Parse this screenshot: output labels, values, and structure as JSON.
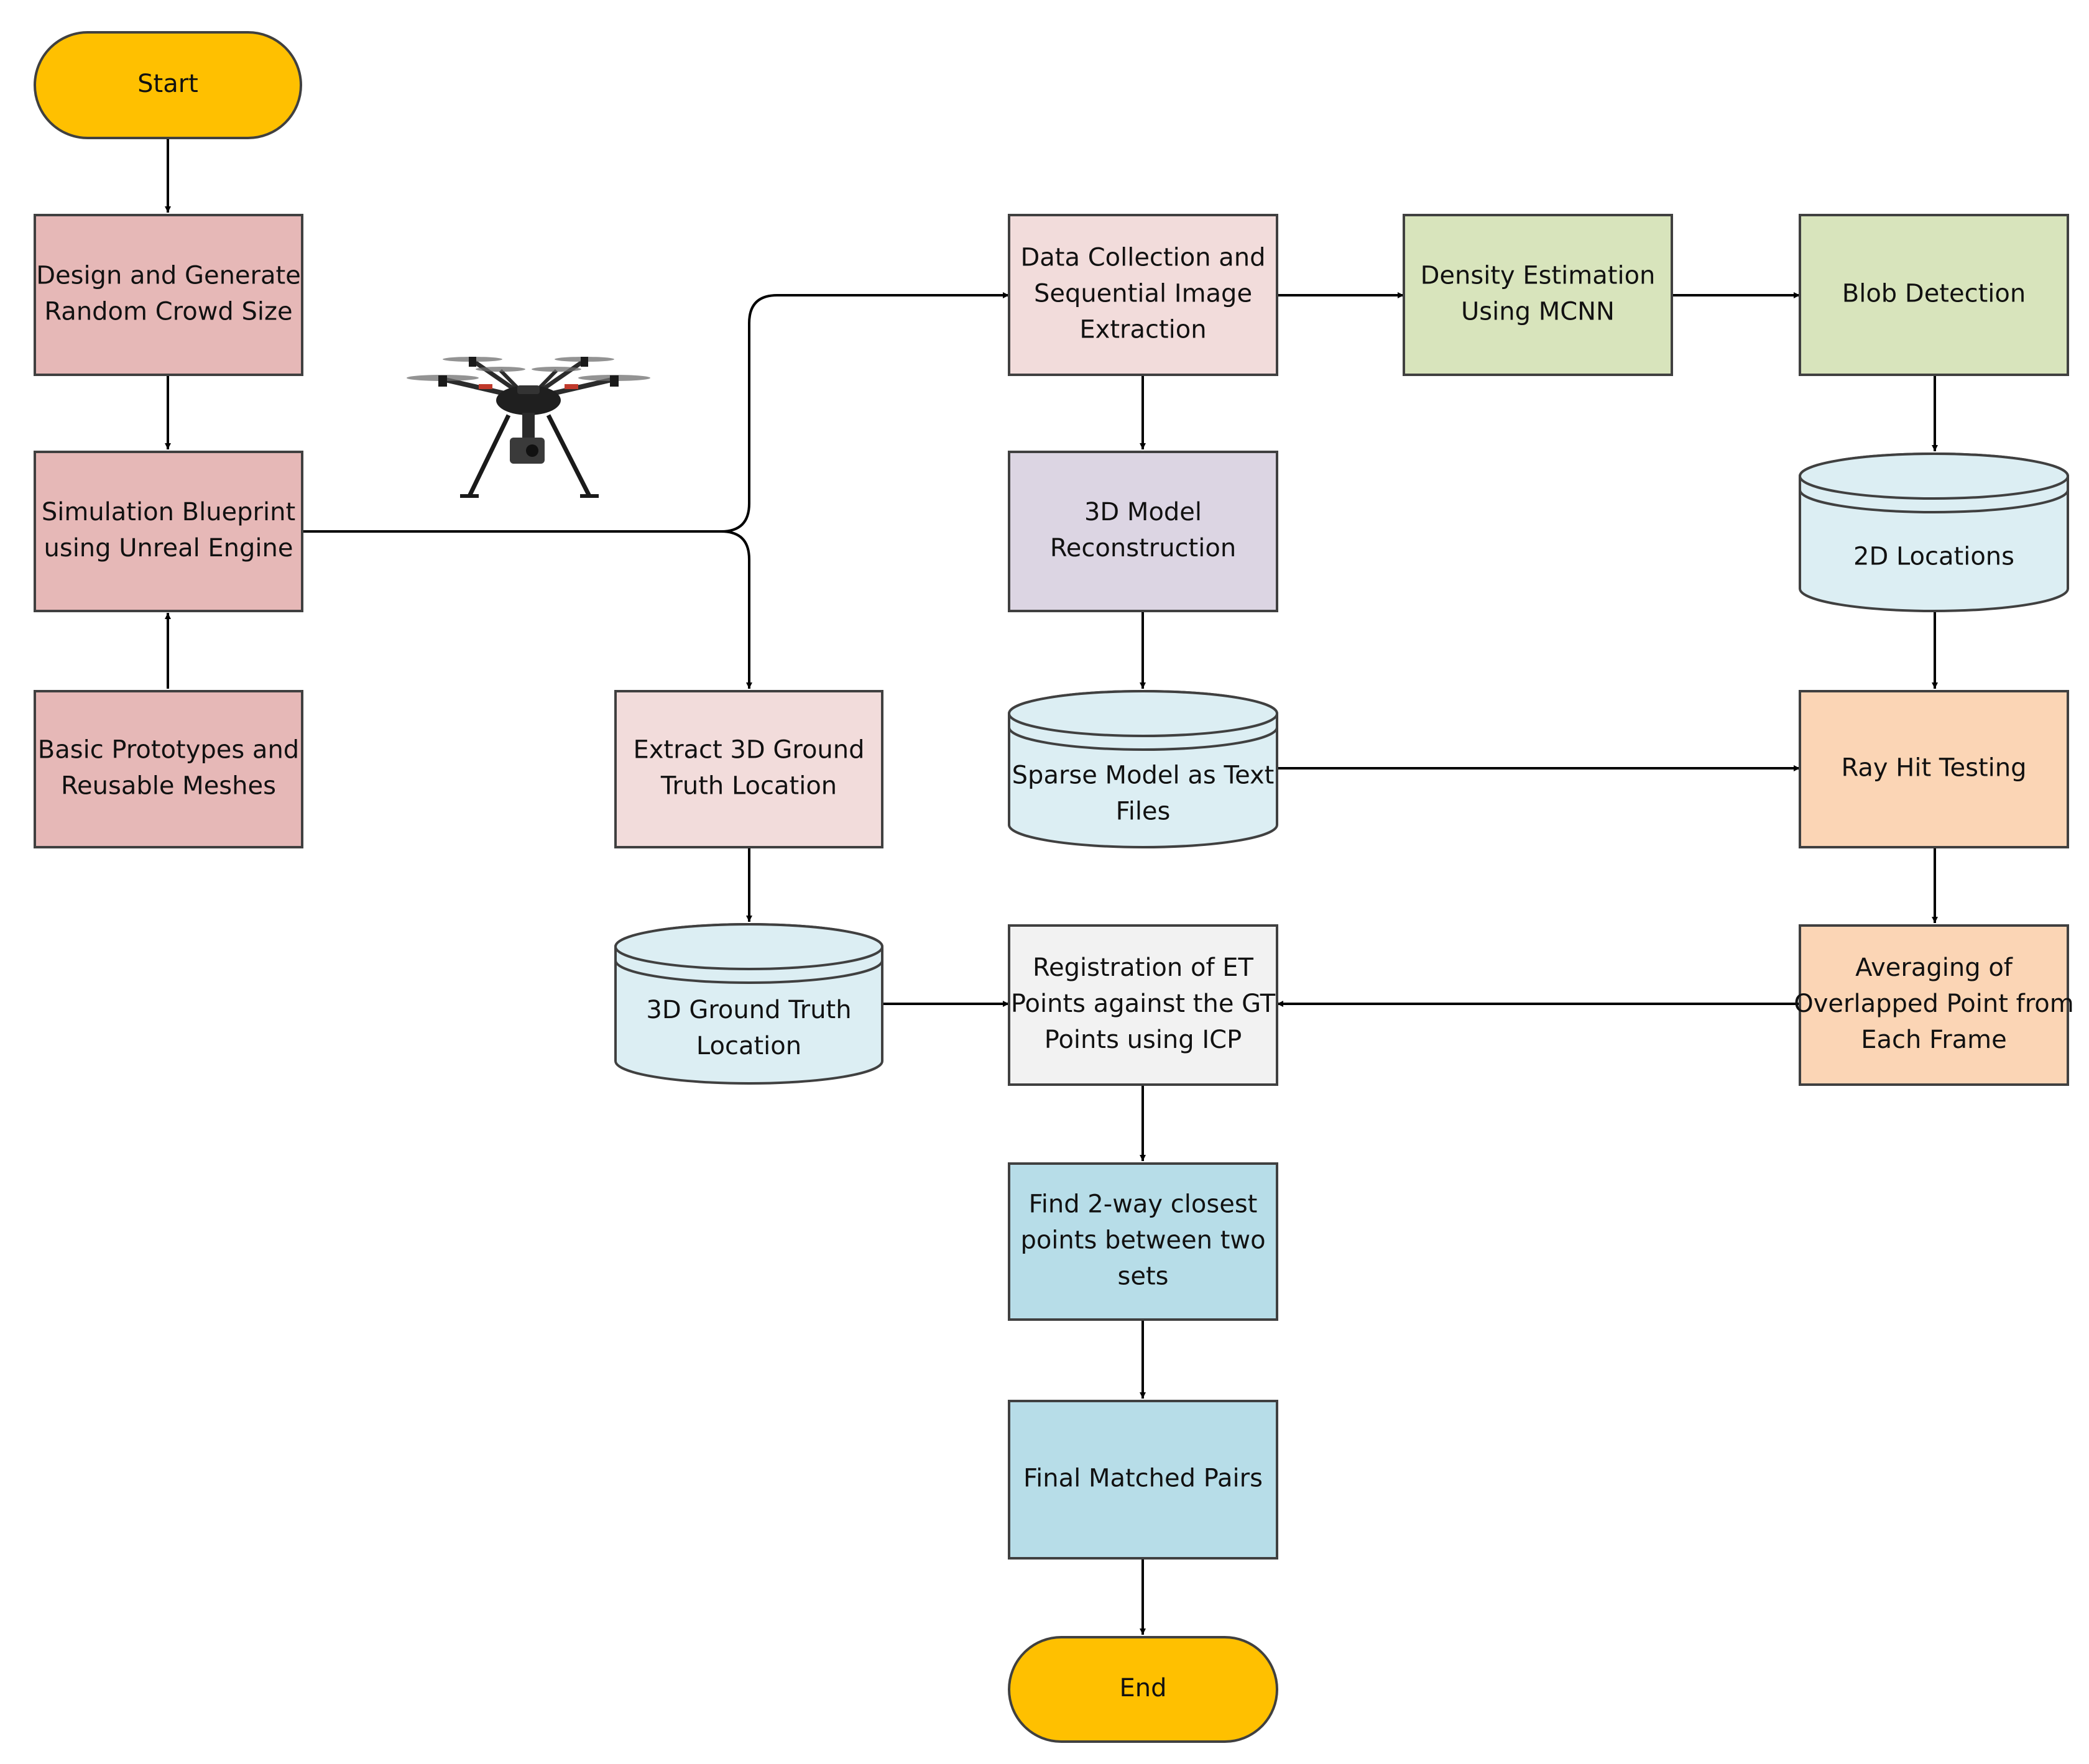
{
  "colors": {
    "terminal": "#FFC000",
    "build": "#E6B8B7",
    "extract": "#F2DCDB",
    "green": "#D8E4BC",
    "purple": "#DCD5E3",
    "database": "#DCEEF3",
    "peach": "#FBD5B5",
    "registration": "#F2F2F2",
    "teal": "#B7DDE8",
    "stroke": "#404040",
    "line": "#000000"
  },
  "nodes": {
    "start": {
      "label": "Start",
      "shape": "terminal",
      "fill": "terminal"
    },
    "design": {
      "label": "Design and Generate Random Crowd Size",
      "shape": "process",
      "fill": "build"
    },
    "simulation": {
      "label": "Simulation Blueprint using Unreal Engine",
      "shape": "process",
      "fill": "build"
    },
    "prototypes": {
      "label": "Basic Prototypes and Reusable Meshes",
      "shape": "process",
      "fill": "build"
    },
    "extract3d": {
      "label": "Extract 3D Ground Truth Location",
      "shape": "process",
      "fill": "extract"
    },
    "gt3d": {
      "label": "3D Ground Truth Location",
      "shape": "database",
      "fill": "database"
    },
    "datacollection": {
      "label": "Data Collection and Sequential Image Extraction",
      "shape": "process",
      "fill": "extract"
    },
    "reconstruction": {
      "label": "3D Model Reconstruction",
      "shape": "process",
      "fill": "purple"
    },
    "sparse": {
      "label": "Sparse Model as Text Files",
      "shape": "database",
      "fill": "database"
    },
    "registration": {
      "label": "Registration of ET Points against the GT Points using ICP",
      "shape": "process",
      "fill": "registration"
    },
    "closest": {
      "label": "Find 2-way closest points between two sets",
      "shape": "process",
      "fill": "teal"
    },
    "final": {
      "label": "Final Matched Pairs",
      "shape": "process",
      "fill": "teal"
    },
    "end": {
      "label": "End",
      "shape": "terminal",
      "fill": "terminal"
    },
    "density": {
      "label": "Density Estimation Using MCNN",
      "shape": "process",
      "fill": "green"
    },
    "blob": {
      "label": "Blob Detection",
      "shape": "process",
      "fill": "green"
    },
    "loc2d": {
      "label": "2D Locations",
      "shape": "database",
      "fill": "database"
    },
    "rayhit": {
      "label": "Ray Hit Testing",
      "shape": "process",
      "fill": "peach"
    },
    "averaging": {
      "label": "Averaging of Overlapped Point from Each Frame",
      "shape": "process",
      "fill": "peach"
    }
  },
  "edges": [
    {
      "from": "start",
      "to": "design"
    },
    {
      "from": "design",
      "to": "simulation"
    },
    {
      "from": "prototypes",
      "to": "simulation"
    },
    {
      "from": "simulation",
      "to": "datacollection"
    },
    {
      "from": "simulation",
      "to": "extract3d"
    },
    {
      "from": "extract3d",
      "to": "gt3d"
    },
    {
      "from": "gt3d",
      "to": "registration"
    },
    {
      "from": "datacollection",
      "to": "reconstruction"
    },
    {
      "from": "reconstruction",
      "to": "sparse"
    },
    {
      "from": "sparse",
      "to": "rayhit"
    },
    {
      "from": "datacollection",
      "to": "density"
    },
    {
      "from": "density",
      "to": "blob"
    },
    {
      "from": "blob",
      "to": "loc2d"
    },
    {
      "from": "loc2d",
      "to": "rayhit"
    },
    {
      "from": "rayhit",
      "to": "averaging"
    },
    {
      "from": "averaging",
      "to": "registration"
    },
    {
      "from": "registration",
      "to": "closest"
    },
    {
      "from": "closest",
      "to": "final"
    },
    {
      "from": "final",
      "to": "end"
    }
  ],
  "illustration": {
    "icon": "drone-icon"
  }
}
